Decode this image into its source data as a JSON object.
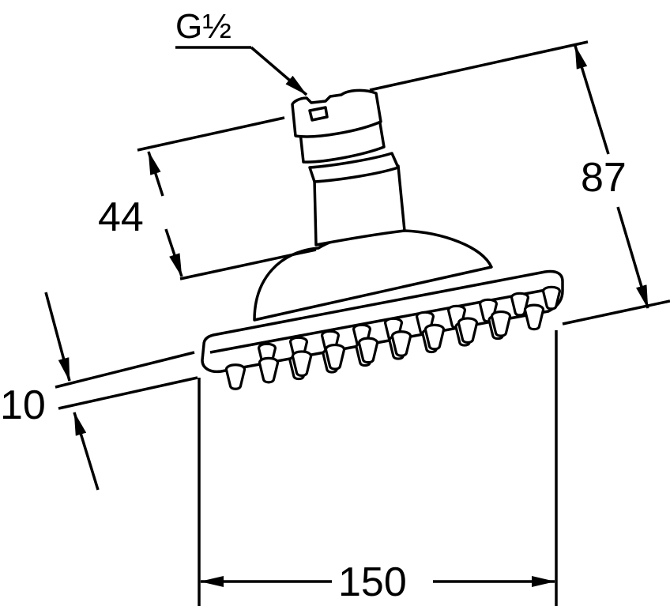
{
  "drawing": {
    "thread_label": "G½",
    "dimensions": {
      "width": "150",
      "overall_height": "87",
      "arm_height": "44",
      "head_thickness": "10"
    },
    "line_color": "#000000",
    "background_color": "#ffffff"
  }
}
